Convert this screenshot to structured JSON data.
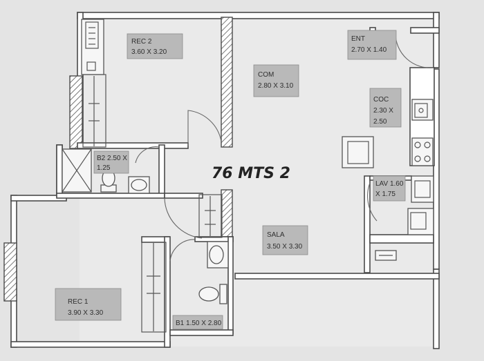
{
  "plan": {
    "area_label": "76 MTS 2",
    "rooms": {
      "rec2": {
        "name": "REC 2",
        "dims": "3.60 X 3.20"
      },
      "com": {
        "name": "COM",
        "dims": "2.80 X 3.10"
      },
      "ent": {
        "name": "ENT",
        "dims": "2.70 X 1.40"
      },
      "coc": {
        "name": "COC",
        "dims_line1": "2.30 X",
        "dims_line2": "2.50"
      },
      "b2": {
        "line1": "B2 2.50 X",
        "line2": "1.25"
      },
      "lav": {
        "line1": "LAV 1.60",
        "line2": "X 1.75"
      },
      "sala": {
        "name": "SALA",
        "dims": "3.50 X 3.30"
      },
      "rec1": {
        "name": "REC 1",
        "dims": "3.90 X 3.30"
      },
      "b1": {
        "line1": "B1 1.50 X 2.80"
      }
    }
  }
}
